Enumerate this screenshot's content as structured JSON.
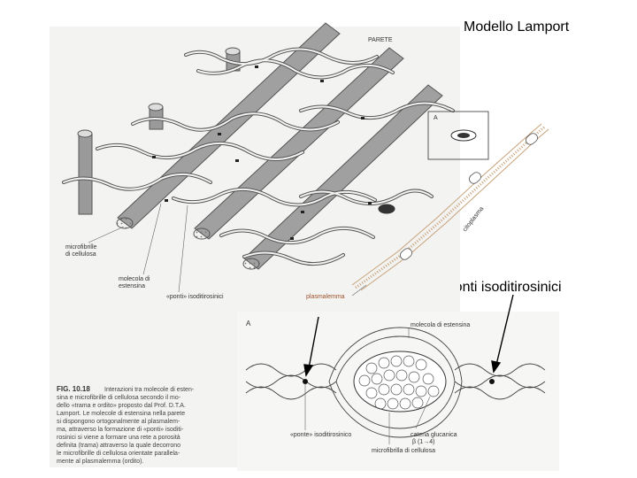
{
  "title": "Modello Lamport",
  "callout": "Ponti isoditirosinici",
  "figure": {
    "top_labels": {
      "parete": "PARETE",
      "inset_marker": "A",
      "citoplasma": "citoplasma",
      "microfibrille": [
        "microfibrille",
        "di cellulosa"
      ],
      "molecola_estensina": [
        "molecola di",
        "estensina"
      ],
      "ponti": "«ponti» isoditirosinici",
      "plasmalemma": "plasmalemma"
    },
    "detail_labels": {
      "marker": "A",
      "molecola_estensina": "molecola di estensina",
      "ponte": "«ponte» isoditirosinico",
      "catena": [
        "catena glucanica",
        "β (1→4)"
      ],
      "microfibrilla": "microfibrilla di cellulosa"
    },
    "caption": {
      "number": "FIG. 10.18",
      "lines": [
        "Interazioni tra molecole di esten-",
        "sina e microfibrille di cellulosa secondo il mo-",
        "dello «trama e ordito» proposto dal Prof. D.T.A.",
        "Lamport. Le molecole di estensina nella parete",
        "si dispongono ortogonalmente al plasmalem-",
        "ma, attraverso la formazione di «ponti» isoditi-",
        "rosinici si viene a formare una rete a porosità",
        "definita (trama) attraverso la quale decorrono",
        "le microfibrille di cellulosa orientate parallela-",
        "mente al plasmalemma (ordito)."
      ]
    }
  }
}
